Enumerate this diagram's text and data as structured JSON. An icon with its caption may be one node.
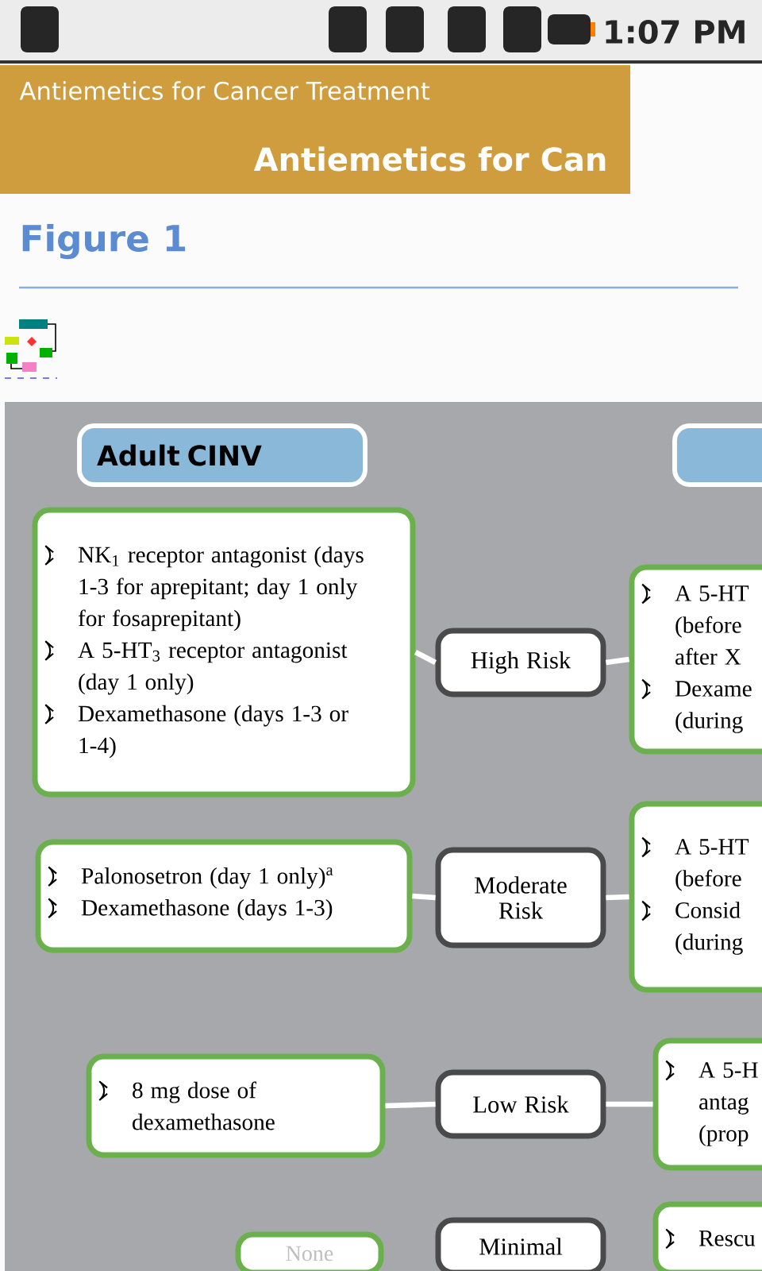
{
  "diagram": {
    "title": "Figure 1",
    "nodes": [
      {
        "text": [
          "Adult CINV"
        ]
      },
      {
        "text": [],
        "shape": "box"
      },
      {
        "text": [
          "NK$_{1}$ receptor antagonist (days 1-3 for aprepitant; day 1 only for fosaprepitant)",
          "A 5-HT$_{3}$ receptor antagonist (day 1 only)",
          "Dexamethasone (days 1-3 or 1-4)"
        ]
      },
      {
        "text": [
          "High Risk"
        ]
      },
      {
        "text": [
          "A 5-HT (before after X",
          "Dexame (during"
        ]
      },
      {
        "text": [
          "Palonosetron (day 1 only)$^{a}$",
          "Dexamethasone (days 1-3)"
        ]
      },
      {
        "text": [
          "Moderate Risk"
        ]
      },
      {
        "text": [
          "A 5-HT (before",
          "Consid (during"
        ]
      },
      {
        "text": [
          "8 mg dose of dexamethasone"
        ]
      },
      {
        "text": [
          "Low Risk"
        ]
      },
      {
        "text": [
          "A 5-H antag (prop"
        ]
      },
      {
        "text": [
          "None"
        ]
      },
      {
        "text": [
          "Minimal"
        ]
      },
      {
        "text": [
          "Rescu"
        ]
      }
    ],
    "edges": [
      {
        "from": 2,
        "to": 3,
        "arrow": "none"
      },
      {
        "from": 3,
        "to": 4,
        "arrow": "none"
      },
      {
        "from": 5,
        "to": 6,
        "arrow": "none"
      },
      {
        "from": 6,
        "to": 7,
        "arrow": "none"
      },
      {
        "from": 8,
        "to": 9,
        "arrow": "none"
      },
      {
        "from": 9,
        "to": 10,
        "arrow": "none"
      }
    ],
    "labels": [
      "1:07 PM",
      "Antiemetics for Cancer Treatment",
      "Antiemetics for Can"
    ]
  }
}
